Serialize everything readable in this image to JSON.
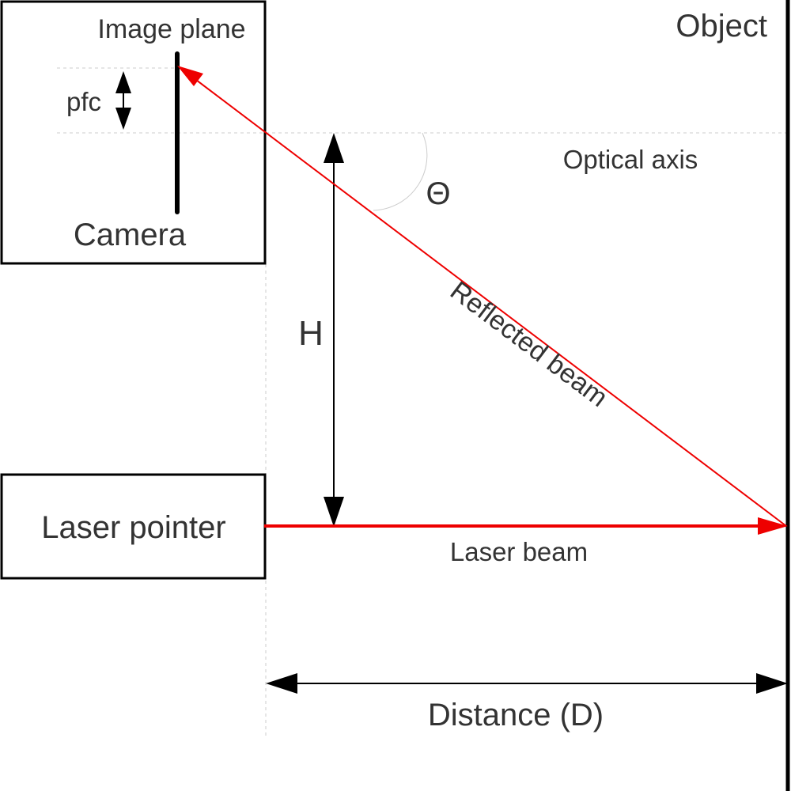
{
  "labels": {
    "object": "Object",
    "image_plane": "Image plane",
    "pfc": "pfc",
    "camera": "Camera",
    "optical_axis": "Optical axis",
    "theta": "Θ",
    "h": "H",
    "reflected_beam": "Reflected  beam",
    "laser_pointer": "Laser pointer",
    "laser_beam": "Laser beam",
    "distance": "Distance (D)"
  },
  "colors": {
    "beam": "#ee0000",
    "outline": "#000000",
    "text": "#333333",
    "guide": "#cccccc"
  }
}
